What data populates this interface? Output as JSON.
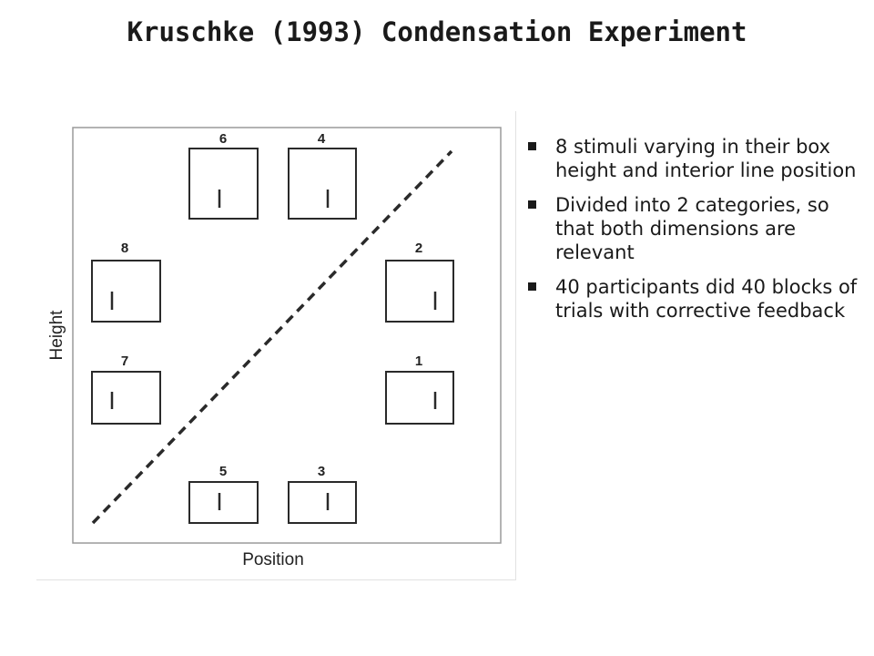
{
  "slide": {
    "title": "Kruschke (1993) Condensation Experiment"
  },
  "figure": {
    "x_axis_label": "Position",
    "y_axis_label": "Height",
    "stimuli": [
      {
        "label": "6"
      },
      {
        "label": "4"
      },
      {
        "label": "8"
      },
      {
        "label": "2"
      },
      {
        "label": "7"
      },
      {
        "label": "1"
      },
      {
        "label": "5"
      },
      {
        "label": "3"
      }
    ]
  },
  "bullets": [
    "8 stimuli varying in their box height and interior line position",
    "Divided into 2 categories, so that both dimensions are relevant",
    "40 participants did 40 blocks of trials with corrective feedback"
  ]
}
